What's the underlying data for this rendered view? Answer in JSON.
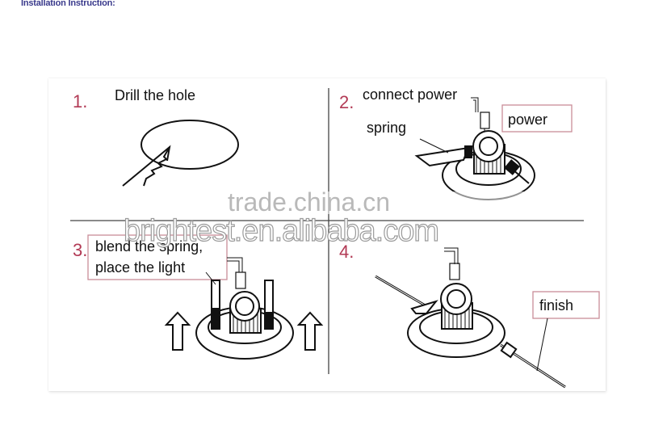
{
  "page": {
    "heading": "Installation Instruction:"
  },
  "steps": [
    {
      "number": "1.",
      "label": "Drill the hole"
    },
    {
      "number": "2.",
      "label": "connect power",
      "callouts": [
        "spring",
        "power"
      ]
    },
    {
      "number": "3.",
      "label_lines": [
        "blend the spring,",
        "place the light"
      ]
    },
    {
      "number": "4.",
      "callouts": [
        "finish"
      ]
    }
  ],
  "watermarks": [
    "trade.china.cn",
    "brightest.en.alibaba.com"
  ],
  "colors": {
    "heading": "#3a3a8c",
    "step_number": "#b23a55",
    "callout_border": "#c98d98",
    "line": "#111111"
  }
}
